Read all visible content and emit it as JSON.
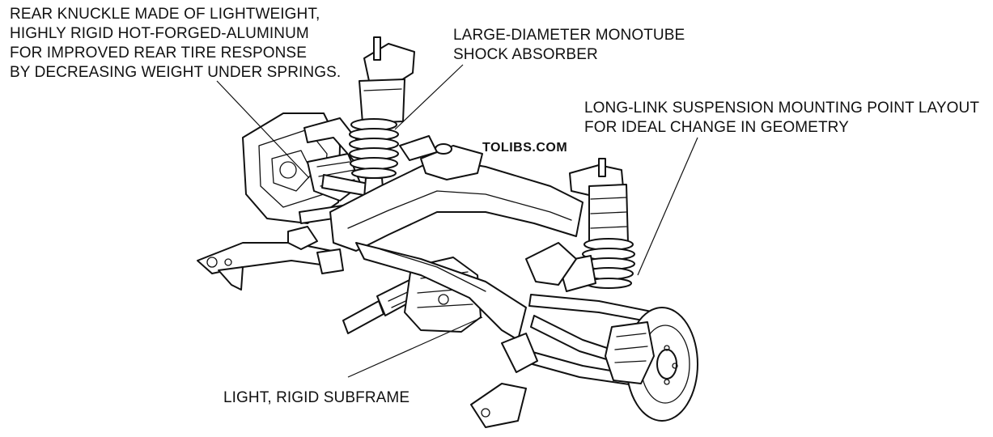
{
  "callouts": {
    "knuckle": {
      "lines": [
        "REAR KNUCKLE MADE OF LIGHTWEIGHT,",
        "HIGHLY RIGID HOT-FORGED-ALUMINUM",
        "FOR IMPROVED REAR TIRE RESPONSE",
        "BY DECREASING WEIGHT UNDER SPRINGS."
      ]
    },
    "shock": {
      "lines": [
        "LARGE-DIAMETER MONOTUBE",
        "SHOCK ABSORBER"
      ]
    },
    "link": {
      "lines": [
        "LONG-LINK SUSPENSION MOUNTING POINT LAYOUT",
        "FOR IDEAL CHANGE IN GEOMETRY"
      ]
    },
    "subframe": {
      "lines": [
        "LIGHT, RIGID SUBFRAME"
      ]
    }
  },
  "watermark": "TOLIBS.COM"
}
